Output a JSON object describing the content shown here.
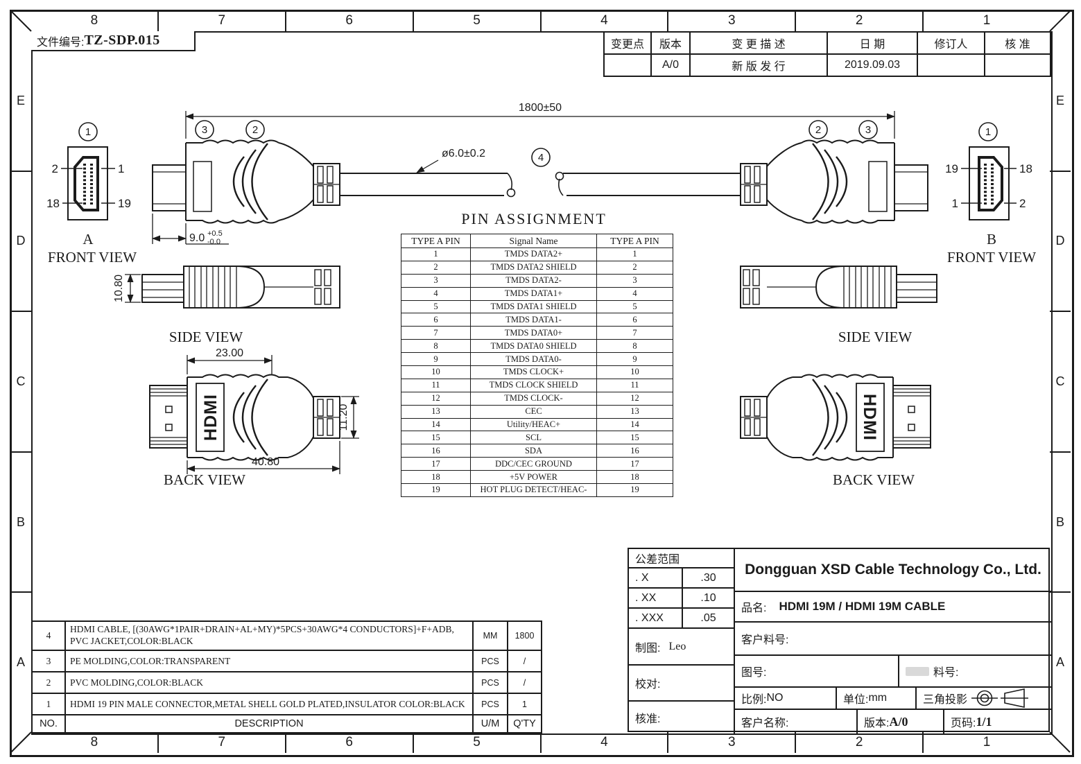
{
  "frame": {
    "cols": [
      "8",
      "7",
      "6",
      "5",
      "4",
      "3",
      "2",
      "1"
    ],
    "rows": [
      "E",
      "D",
      "C",
      "B",
      "A"
    ]
  },
  "doc": {
    "label": "文件编号:",
    "number": "TZ-SDP.015"
  },
  "revision": {
    "headers": [
      "变更点",
      "版本",
      "变 更 描 述",
      "日 期",
      "修订人",
      "核 准"
    ],
    "row": [
      "",
      "A/0",
      "新 版 发 行",
      "2019.09.03",
      "",
      ""
    ]
  },
  "drawing": {
    "balloons": {
      "one": "1",
      "two": "2",
      "three": "3",
      "four": "4"
    },
    "dims": {
      "overall": "1800±50",
      "cable_dia": "ø6.0±0.2",
      "plug": "9.0",
      "plug_tol_up": "+0.5",
      "plug_tol_dn": "-0.0",
      "height": "10.80",
      "body_w": "23.00",
      "total_w": "40.80",
      "neck_h": "11.20"
    },
    "labels": {
      "a": "A",
      "b": "B",
      "front": "FRONT VIEW",
      "side": "SIDE VIEW",
      "back": "BACK VIEW"
    },
    "front_pins_a": {
      "tl": "2",
      "tr": "1",
      "bl": "18",
      "br": "19"
    },
    "front_pins_b": {
      "tl": "19",
      "tr": "18",
      "bl": "1",
      "br": "2"
    },
    "logo": "HDMI"
  },
  "pin_table": {
    "title": "PIN ASSIGNMENT",
    "headers": [
      "TYPE A PIN",
      "Signal Name",
      "TYPE A PIN"
    ],
    "rows": [
      [
        "1",
        "TMDS DATA2+",
        "1"
      ],
      [
        "2",
        "TMDS DATA2 SHIELD",
        "2"
      ],
      [
        "3",
        "TMDS DATA2-",
        "3"
      ],
      [
        "4",
        "TMDS DATA1+",
        "4"
      ],
      [
        "5",
        "TMDS DATA1 SHIELD",
        "5"
      ],
      [
        "6",
        "TMDS DATA1-",
        "6"
      ],
      [
        "7",
        "TMDS DATA0+",
        "7"
      ],
      [
        "8",
        "TMDS DATA0 SHIELD",
        "8"
      ],
      [
        "9",
        "TMDS DATA0-",
        "9"
      ],
      [
        "10",
        "TMDS CLOCK+",
        "10"
      ],
      [
        "11",
        "TMDS CLOCK SHIELD",
        "11"
      ],
      [
        "12",
        "TMDS CLOCK-",
        "12"
      ],
      [
        "13",
        "CEC",
        "13"
      ],
      [
        "14",
        "Utility/HEAC+",
        "14"
      ],
      [
        "15",
        "SCL",
        "15"
      ],
      [
        "16",
        "SDA",
        "16"
      ],
      [
        "17",
        "DDC/CEC GROUND",
        "17"
      ],
      [
        "18",
        "+5V POWER",
        "18"
      ],
      [
        "19",
        "HOT PLUG DETECT/HEAC-",
        "19"
      ]
    ]
  },
  "bom": {
    "rows": [
      {
        "no": "4",
        "desc": "HDMI CABLE, [(30AWG*1PAIR+DRAIN+AL+MY)*5PCS+30AWG*4 CONDUCTORS]+F+ADB, PVC JACKET,COLOR:BLACK",
        "um": "MM",
        "qty": "1800"
      },
      {
        "no": "3",
        "desc": "PE MOLDING,COLOR:TRANSPARENT",
        "um": "PCS",
        "qty": "/"
      },
      {
        "no": "2",
        "desc": "PVC MOLDING,COLOR:BLACK",
        "um": "PCS",
        "qty": "/"
      },
      {
        "no": "1",
        "desc": "HDMI 19 PIN MALE CONNECTOR,METAL SHELL GOLD PLATED,INSULATOR COLOR:BLACK",
        "um": "PCS",
        "qty": "1"
      }
    ],
    "footer": {
      "no": "NO.",
      "desc": "DESCRIPTION",
      "um": "U/M",
      "qty": "Q'TY"
    }
  },
  "titleblock": {
    "tolerance": {
      "title": "公差范围",
      "rows": [
        {
          "range": ". X",
          "value": ".30"
        },
        {
          "range": ". XX",
          "value": ".10"
        },
        {
          "range": ". XXX",
          "value": ".05"
        }
      ]
    },
    "draw_by_label": "制图:",
    "draw_by": "Leo",
    "check_label": "校对:",
    "approve_label": "核准:",
    "company": "Dongguan XSD Cable Technology Co., Ltd.",
    "product_label": "品名:",
    "product": "HDMI 19M / HDMI 19M CABLE",
    "cust_part_label": "客户料号:",
    "dwg_no_label": "图号:",
    "part_no_label": "料号:",
    "scale_label": "比例:",
    "scale": "NO",
    "unit_label": "单位:",
    "unit": "mm",
    "projection_label": "三角投影",
    "customer_label": "客户名称:",
    "rev_label": "版本:",
    "rev": "A/0",
    "page_label": "页码:",
    "page": "1/1"
  }
}
